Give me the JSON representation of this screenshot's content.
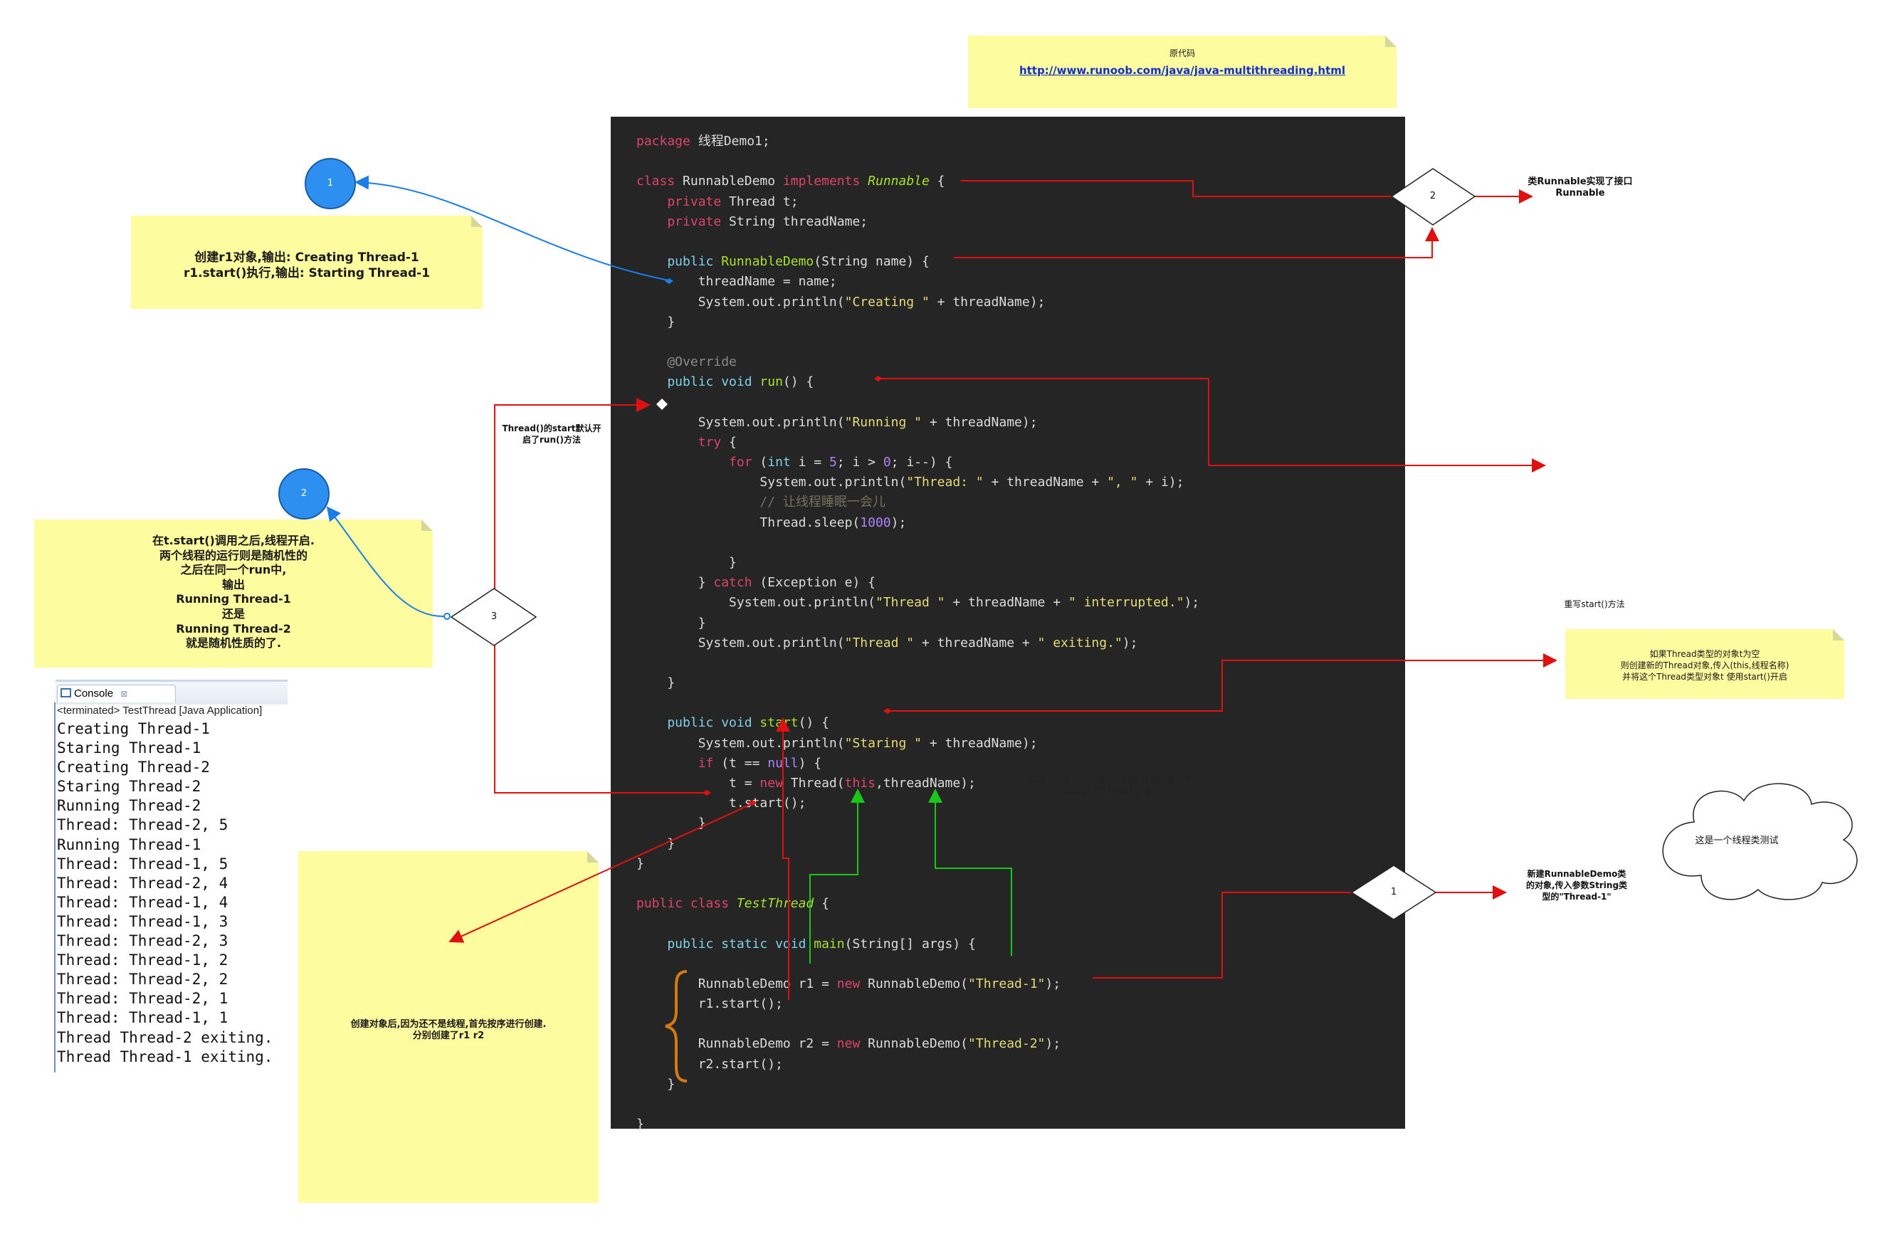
{
  "source_note": {
    "label": "原代码",
    "url": "http://www.runoob.com/java/java-multithreading.html"
  },
  "code_lines": [
    [
      {
        "t": "package ",
        "c": "kw"
      },
      {
        "t": "线程Demo1;"
      }
    ],
    [],
    [
      {
        "t": "class ",
        "c": "kw"
      },
      {
        "t": "RunnableDemo "
      },
      {
        "t": "implements ",
        "c": "kw"
      },
      {
        "t": "Runnable",
        "c": "fni"
      },
      {
        "t": " {"
      }
    ],
    [
      {
        "t": "    private ",
        "c": "kw"
      },
      {
        "t": "Thread t;"
      }
    ],
    [
      {
        "t": "    private ",
        "c": "kw"
      },
      {
        "t": "String threadName;"
      }
    ],
    [],
    [
      {
        "t": "    public ",
        "c": "ty"
      },
      {
        "t": "RunnableDemo",
        "c": "fn"
      },
      {
        "t": "(String name) {"
      }
    ],
    [
      {
        "t": "        threadName = name;"
      }
    ],
    [
      {
        "t": "        System.out.println("
      },
      {
        "t": "\"Creating \"",
        "c": "st"
      },
      {
        "t": " + threadName);"
      }
    ],
    [
      {
        "t": "    }"
      }
    ],
    [],
    [
      {
        "t": "    @Override",
        "c": "an"
      }
    ],
    [
      {
        "t": "    public void ",
        "c": "ty"
      },
      {
        "t": "run",
        "c": "fn"
      },
      {
        "t": "() {"
      }
    ],
    [],
    [
      {
        "t": "        System.out.println("
      },
      {
        "t": "\"Running \"",
        "c": "st"
      },
      {
        "t": " + threadName);"
      }
    ],
    [
      {
        "t": "        try",
        "c": "kw"
      },
      {
        "t": " {"
      }
    ],
    [
      {
        "t": "            for ",
        "c": "kw"
      },
      {
        "t": "("
      },
      {
        "t": "int ",
        "c": "ty"
      },
      {
        "t": "i = "
      },
      {
        "t": "5",
        "c": "nu"
      },
      {
        "t": "; i > "
      },
      {
        "t": "0",
        "c": "nu"
      },
      {
        "t": "; i--) {"
      }
    ],
    [
      {
        "t": "                System.out.println("
      },
      {
        "t": "\"Thread: \"",
        "c": "st"
      },
      {
        "t": " + threadName + "
      },
      {
        "t": "\", \"",
        "c": "st"
      },
      {
        "t": " + i);"
      }
    ],
    [
      {
        "t": "                // 让线程睡眠一会儿",
        "c": "cm"
      }
    ],
    [
      {
        "t": "                Thread.sleep("
      },
      {
        "t": "1000",
        "c": "nu"
      },
      {
        "t": ");"
      }
    ],
    [],
    [
      {
        "t": "            }"
      }
    ],
    [
      {
        "t": "        } "
      },
      {
        "t": "catch ",
        "c": "kw"
      },
      {
        "t": "(Exception e) {"
      }
    ],
    [
      {
        "t": "            System.out.println("
      },
      {
        "t": "\"Thread \"",
        "c": "st"
      },
      {
        "t": " + threadName + "
      },
      {
        "t": "\" interrupted.\"",
        "c": "st"
      },
      {
        "t": ");"
      }
    ],
    [
      {
        "t": "        }"
      }
    ],
    [
      {
        "t": "        System.out.println("
      },
      {
        "t": "\"Thread \"",
        "c": "st"
      },
      {
        "t": " + threadName + "
      },
      {
        "t": "\" exiting.\"",
        "c": "st"
      },
      {
        "t": ");"
      }
    ],
    [],
    [
      {
        "t": "    }"
      }
    ],
    [],
    [
      {
        "t": "    public void ",
        "c": "ty"
      },
      {
        "t": "start",
        "c": "fn"
      },
      {
        "t": "() {"
      }
    ],
    [
      {
        "t": "        System.out.println("
      },
      {
        "t": "\"Staring \"",
        "c": "st"
      },
      {
        "t": " + threadName);"
      }
    ],
    [
      {
        "t": "        if ",
        "c": "kw"
      },
      {
        "t": "(t == "
      },
      {
        "t": "null",
        "c": "nu"
      },
      {
        "t": ") {"
      }
    ],
    [
      {
        "t": "            t = "
      },
      {
        "t": "new ",
        "c": "kw"
      },
      {
        "t": "Thread("
      },
      {
        "t": "this",
        "c": "kw"
      },
      {
        "t": ",threadName);"
      }
    ],
    [
      {
        "t": "            t.start();"
      }
    ],
    [
      {
        "t": "        }"
      }
    ],
    [
      {
        "t": "    }"
      }
    ],
    [
      {
        "t": "}"
      }
    ],
    [],
    [
      {
        "t": "public class ",
        "c": "kw"
      },
      {
        "t": "TestThread",
        "c": "fni"
      },
      {
        "t": " {"
      }
    ],
    [],
    [
      {
        "t": "    public static void ",
        "c": "ty"
      },
      {
        "t": "main",
        "c": "fn"
      },
      {
        "t": "(String[] args) {"
      }
    ],
    [],
    [
      {
        "t": "        RunnableDemo r1 = "
      },
      {
        "t": "new ",
        "c": "kw"
      },
      {
        "t": "RunnableDemo("
      },
      {
        "t": "\"Thread-1\"",
        "c": "st"
      },
      {
        "t": ");"
      }
    ],
    [
      {
        "t": "        r1.start();"
      }
    ],
    [],
    [
      {
        "t": "        RunnableDemo r2 = "
      },
      {
        "t": "new ",
        "c": "kw"
      },
      {
        "t": "RunnableDemo("
      },
      {
        "t": "\"Thread-2\"",
        "c": "st"
      },
      {
        "t": ");"
      }
    ],
    [
      {
        "t": "        r2.start();"
      }
    ],
    [
      {
        "t": "    }"
      }
    ],
    [],
    [
      {
        "t": "}"
      }
    ]
  ],
  "note_create": {
    "line1": "创建r1对象,输出: Creating Thread-1",
    "line2": "r1.start()执行,输出: Starting Thread-1"
  },
  "note_random": {
    "lines": [
      "在t.start()调用之后,线程开启.",
      "两个线程的运行则是随机性的",
      "之后在同一个run中,",
      "输出",
      "Running Thread-1",
      "还是",
      "Running Thread-2",
      "就是随机性质的了."
    ]
  },
  "note_objects": {
    "line1": "创建对象后,因为还不是线程,首先按序进行创建.",
    "line2": "分别创建了r1 r2"
  },
  "note_start": {
    "line1": "如果Thread类型的对象t为空",
    "line2": "则创建新的Thread对象,传入(this,线程名称)",
    "line3": "并将这个Thread类型对象t 使用start()开启"
  },
  "circles": {
    "c1": "1",
    "c2": "2"
  },
  "diamonds": {
    "d1": "1",
    "d2": "2",
    "d3": "3"
  },
  "labels": {
    "runnable_iface_1": "类Runnable实现了接口",
    "runnable_iface_2": "Runnable",
    "thread_start_1": "Thread()的start默认开",
    "thread_start_2": "启了run()方法",
    "override_start": "重写start()方法",
    "tnull_1": "如果 t 为空，则创建 Thread 线程对象，并",
    "tnull_2": "运行这个 Thread 对象.",
    "new_demo_1": "新建RunnableDemo类",
    "new_demo_2": "的对象,传入参数String类",
    "new_demo_3": "型的\"Thread-1\"",
    "cloud": "这是一个线程类测试"
  },
  "console": {
    "tab_label": "Console",
    "tab_close": "⊠",
    "status": "<terminated> TestThread [Java Application]",
    "output": "Creating Thread-1\nStaring Thread-1\nCreating Thread-2\nStaring Thread-2\nRunning Thread-2\nThread: Thread-2, 5\nRunning Thread-1\nThread: Thread-1, 5\nThread: Thread-2, 4\nThread: Thread-1, 4\nThread: Thread-1, 3\nThread: Thread-2, 3\nThread: Thread-1, 2\nThread: Thread-2, 2\nThread: Thread-2, 1\nThread: Thread-1, 1\nThread Thread-2 exiting.\nThread Thread-1 exiting."
  },
  "colors": {
    "note": "#fdfc9e",
    "code_bg": "#252525",
    "arrow_red": "#e01010",
    "arrow_blue": "#1a7de8",
    "arrow_green": "#18c818",
    "brace": "#d77a10"
  }
}
